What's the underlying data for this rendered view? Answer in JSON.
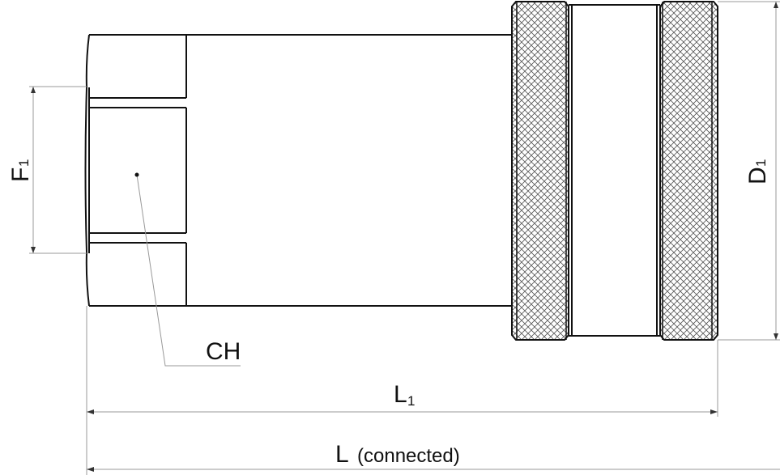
{
  "labels": {
    "f1_main": "F",
    "f1_sub": "1",
    "d1_main": "D",
    "d1_sub": "1",
    "ch": "CH",
    "l1_main": "L",
    "l1_sub": "1",
    "l_main": "L",
    "l_note": "(connected)"
  },
  "colors": {
    "outline": "#111111",
    "dimension": "#999999"
  }
}
